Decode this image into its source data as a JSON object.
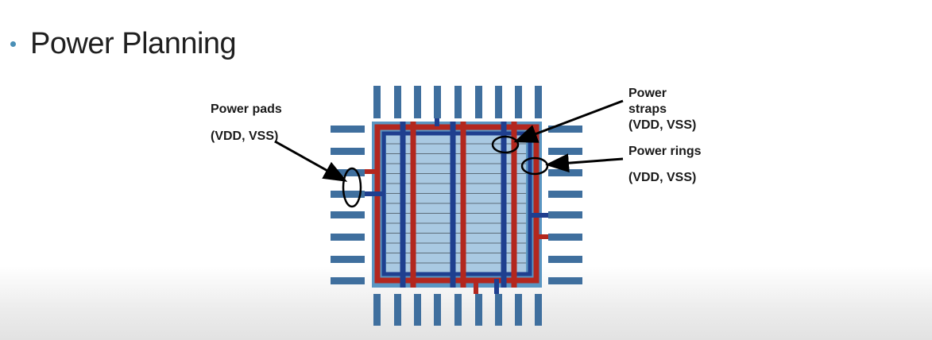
{
  "slide": {
    "title": "Power Planning"
  },
  "annotations": {
    "power_pads": "Power pads",
    "power_pads_sub": "(VDD, VSS)",
    "power_straps_line1": "Power",
    "power_straps_line2": "straps",
    "power_straps_sub": "(VDD, VSS)",
    "power_rings": "Power rings",
    "power_rings_sub": "(VDD, VSS)"
  },
  "colors": {
    "pad": "#3f6f9e",
    "core_outline": "#5a96c2",
    "ring_red": "#b3271e",
    "strap_blue": "#1f3f8f",
    "core_fill": "#a9c9e2",
    "row_line": "#1a1a1a"
  }
}
